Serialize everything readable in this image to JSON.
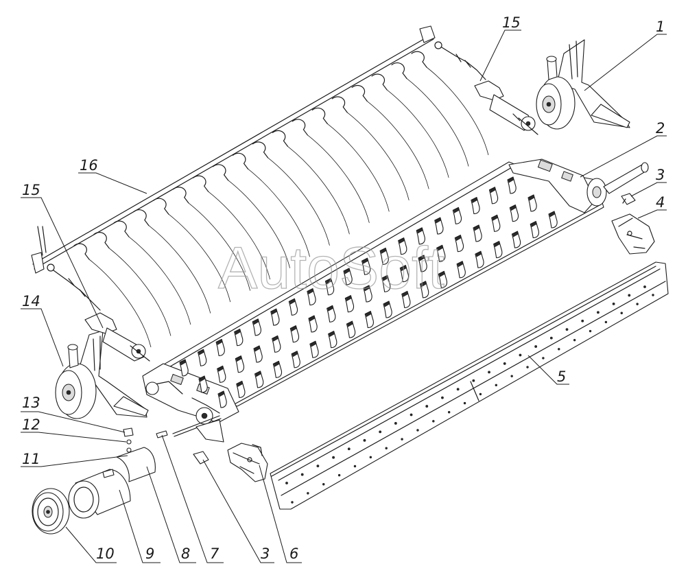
{
  "watermark": "AutoSoft",
  "callouts": [
    {
      "id": "c1",
      "label": "1"
    },
    {
      "id": "c2",
      "label": "2"
    },
    {
      "id": "c3a",
      "label": "3"
    },
    {
      "id": "c4",
      "label": "4"
    },
    {
      "id": "c5",
      "label": "5"
    },
    {
      "id": "c6",
      "label": "6"
    },
    {
      "id": "c3b",
      "label": "3"
    },
    {
      "id": "c7",
      "label": "7"
    },
    {
      "id": "c8",
      "label": "8"
    },
    {
      "id": "c9",
      "label": "9"
    },
    {
      "id": "c10",
      "label": "10"
    },
    {
      "id": "c11",
      "label": "11"
    },
    {
      "id": "c12",
      "label": "12"
    },
    {
      "id": "c13",
      "label": "13"
    },
    {
      "id": "c14",
      "label": "14"
    },
    {
      "id": "c15a",
      "label": "15"
    },
    {
      "id": "c15b",
      "label": "15"
    },
    {
      "id": "c16",
      "label": "16"
    }
  ]
}
